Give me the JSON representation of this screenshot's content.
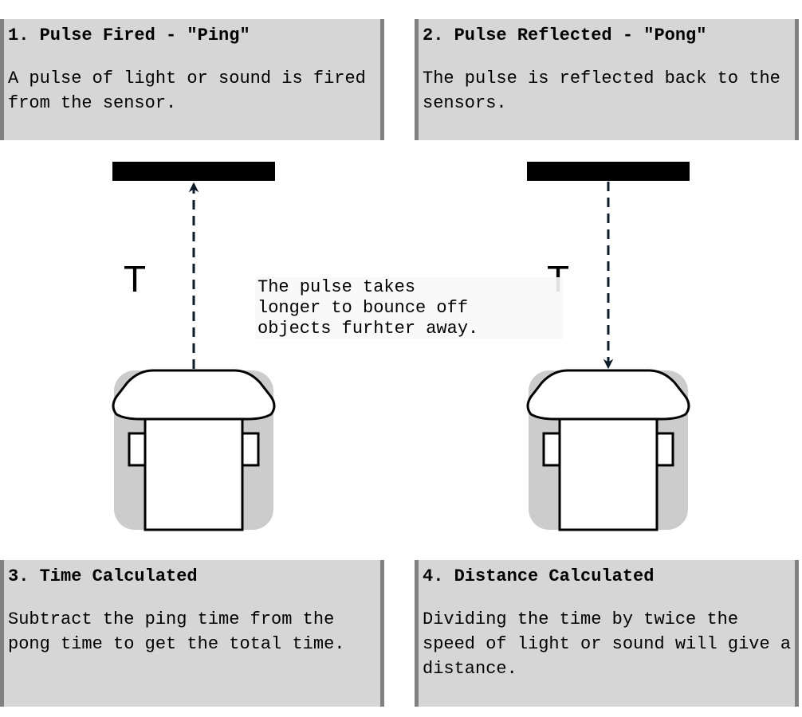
{
  "panels": {
    "ping": {
      "title": "1. Pulse Fired - \"Ping\"",
      "body": "A pulse of light or sound is fired from the sensor."
    },
    "pong": {
      "title": "2. Pulse Reflected - \"Pong\"",
      "body": "The pulse is reflected back to the sensors."
    },
    "time": {
      "title": "3. Time Calculated",
      "body": "Subtract the ping time from the pong time to get the total time."
    },
    "distance": {
      "title": "4. Distance Calculated",
      "body": "Dividing the time by twice the speed of light or sound will give a distance."
    }
  },
  "labels": {
    "t_left": "T",
    "t_right": "T"
  },
  "note": "The pulse takes\nlonger to bounce off\nobjects furhter away.",
  "colors": {
    "panel_fill": "#d6d6d6",
    "panel_border": "#808080",
    "sensor_base": "#cccccc",
    "arrow": "#0d1b2a",
    "wall": "#000000"
  }
}
